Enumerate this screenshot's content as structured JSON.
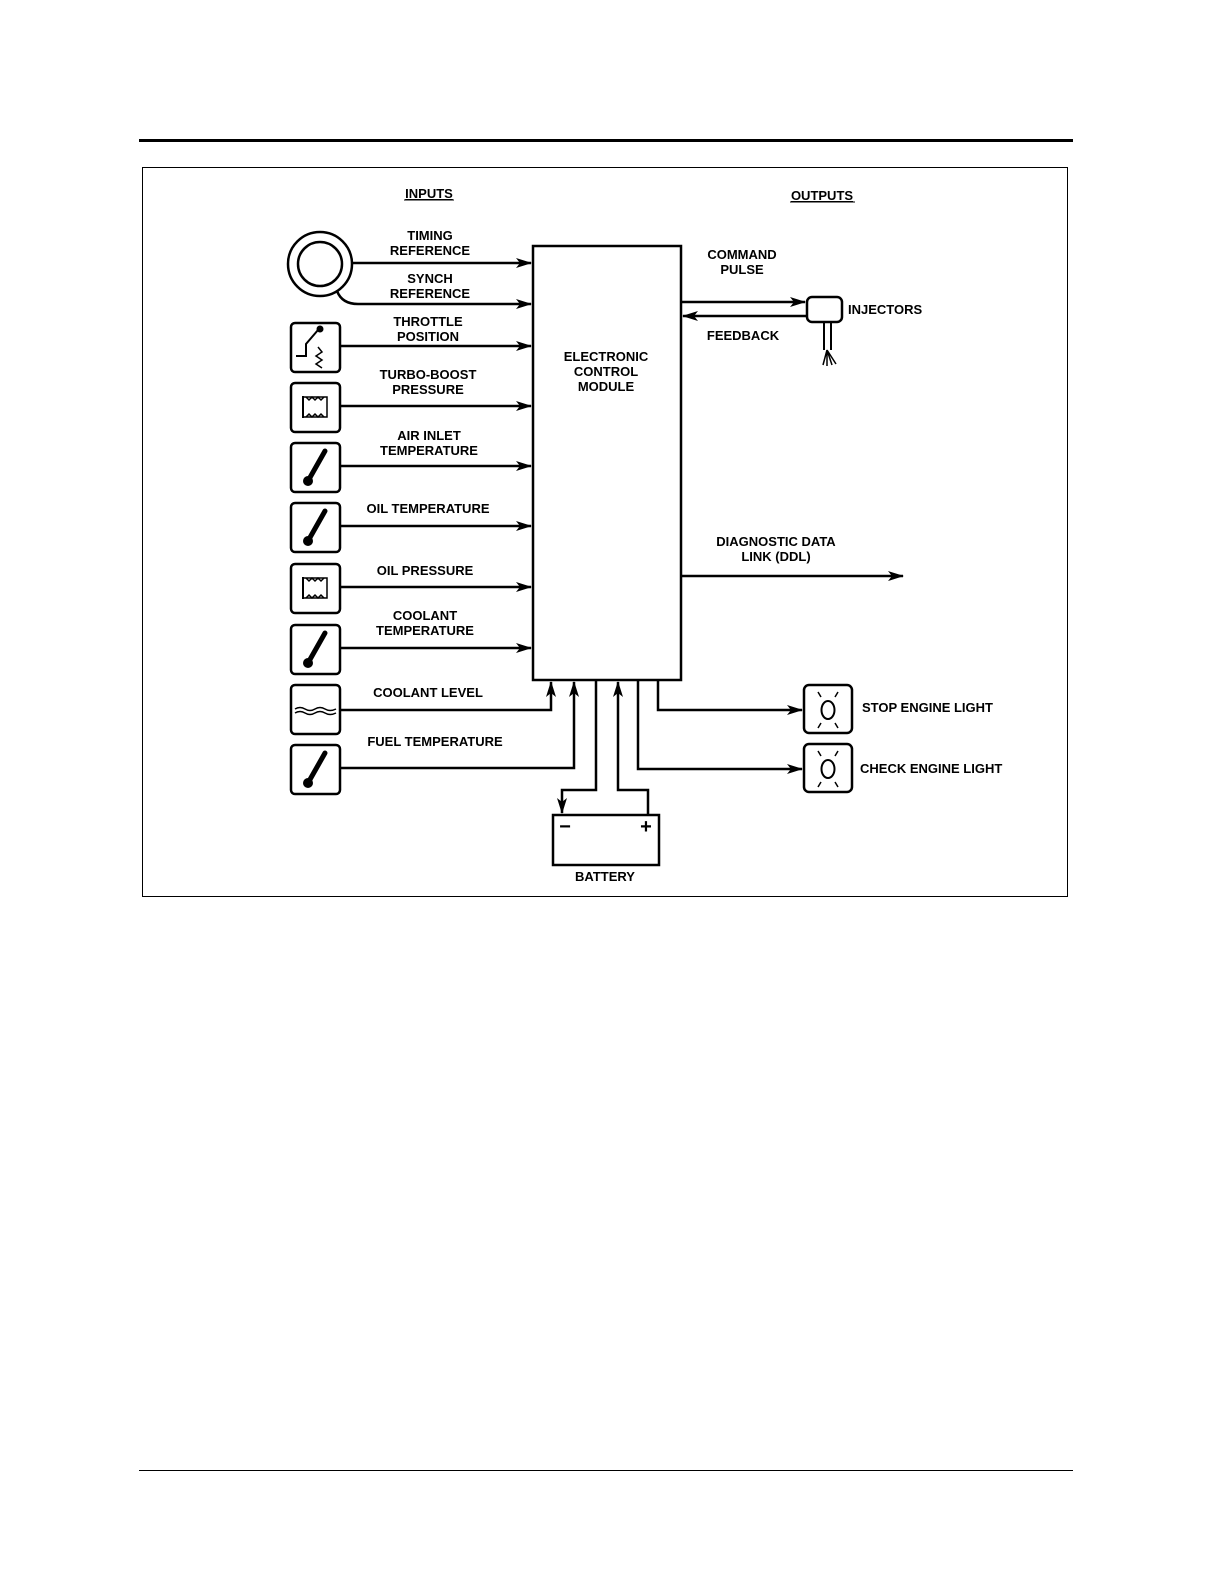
{
  "headings": {
    "inputs": "INPUTS",
    "outputs": "OUTPUTS"
  },
  "ecm": {
    "lines": [
      "ELECTRONIC",
      "CONTROL",
      "MODULE"
    ]
  },
  "inputs": [
    {
      "id": "timing",
      "lines": [
        "TIMING",
        "REFERENCE"
      ],
      "icon": "timing-wheel-icon"
    },
    {
      "id": "synch",
      "lines": [
        "SYNCH",
        "REFERENCE"
      ],
      "icon": "timing-wheel-icon"
    },
    {
      "id": "throttle",
      "lines": [
        "THROTTLE",
        "POSITION"
      ],
      "icon": "throttle-sensor-icon"
    },
    {
      "id": "turbo",
      "lines": [
        "TURBO-BOOST",
        "PRESSURE"
      ],
      "icon": "pressure-sensor-icon"
    },
    {
      "id": "air-inlet",
      "lines": [
        "AIR INLET",
        "TEMPERATURE"
      ],
      "icon": "thermometer-icon"
    },
    {
      "id": "oil-temp",
      "lines": [
        "OIL TEMPERATURE"
      ],
      "icon": "thermometer-icon"
    },
    {
      "id": "oil-pressure",
      "lines": [
        "OIL PRESSURE"
      ],
      "icon": "pressure-sensor-icon"
    },
    {
      "id": "coolant-temp",
      "lines": [
        "COOLANT",
        "TEMPERATURE"
      ],
      "icon": "thermometer-icon"
    },
    {
      "id": "coolant-level",
      "lines": [
        "COOLANT LEVEL"
      ],
      "icon": "level-sensor-icon"
    },
    {
      "id": "fuel-temp",
      "lines": [
        "FUEL TEMPERATURE"
      ],
      "icon": "thermometer-icon"
    }
  ],
  "outputs": {
    "command_pulse": [
      "COMMAND",
      "PULSE"
    ],
    "feedback": "FEEDBACK",
    "injectors": "INJECTORS",
    "ddl": [
      "DIAGNOSTIC DATA",
      "LINK (DDL)"
    ],
    "stop_engine": "STOP ENGINE LIGHT",
    "check_engine": "CHECK ENGINE LIGHT"
  },
  "battery": {
    "label": "BATTERY",
    "minus": "−",
    "plus": "+"
  }
}
